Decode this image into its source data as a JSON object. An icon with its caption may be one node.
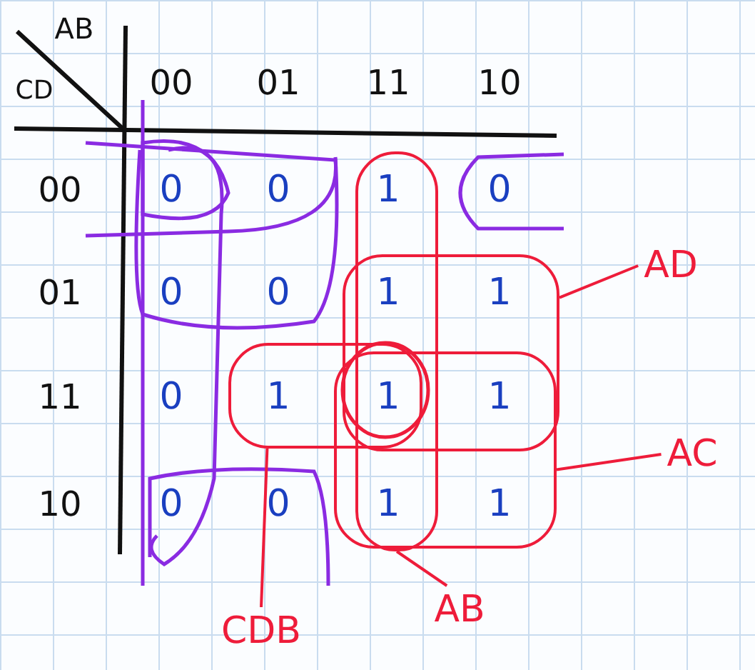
{
  "diagram": {
    "nodes": [
      {
        "text": [
          "AD"
        ]
      },
      {
        "text": [],
        "shape": "box"
      },
      {
        "text": [
          "AC"
        ]
      },
      {
        "text": [],
        "shape": "box"
      },
      {
        "text": [],
        "shape": "box"
      },
      {
        "text": [],
        "shape": "box"
      },
      {
        "text": [
          "AB"
        ]
      },
      {
        "text": [
          "CDB"
        ]
      }
    ],
    "edges": [
      {
        "from": 0,
        "to": 1,
        "arrow": "none"
      },
      {
        "from": 2,
        "to": 3,
        "arrow": "none"
      },
      {
        "from": 6,
        "to": 4,
        "arrow": "none"
      },
      {
        "from": 7,
        "to": 5,
        "arrow": "none"
      }
    ],
    "labels": [
      "AB",
      "CD",
      "00",
      "01",
      "11",
      "10",
      "00",
      "0",
      "0",
      "1",
      "0",
      "01",
      "0",
      "0",
      "1",
      "1",
      "11",
      "0",
      "1",
      "1",
      "1",
      "10",
      "0",
      "0",
      "1",
      "1"
    ]
  }
}
